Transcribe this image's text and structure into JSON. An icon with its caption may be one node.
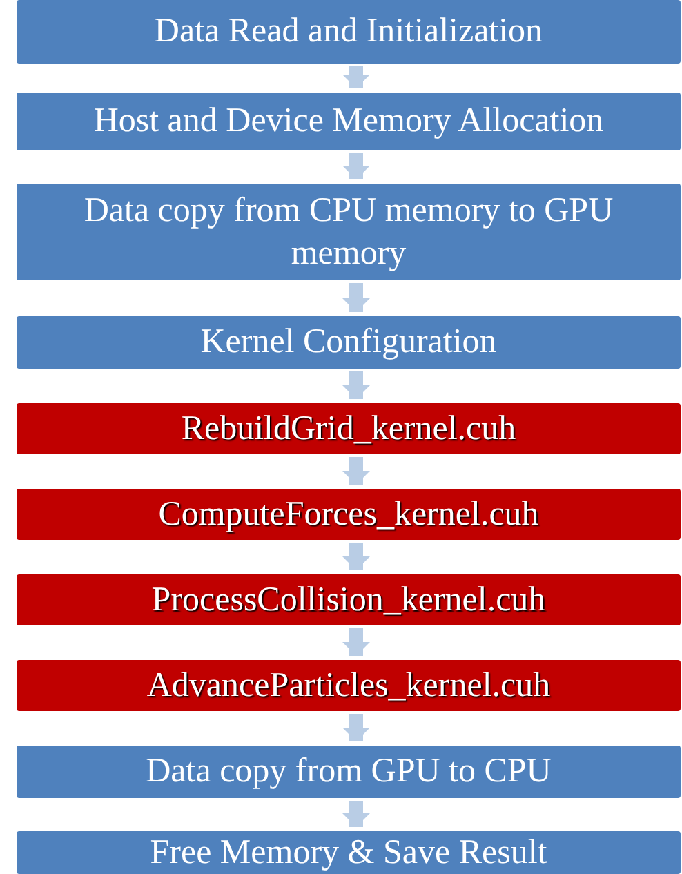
{
  "diagram": {
    "nodes": [
      {
        "text": [
          "Data Read and Initialization"
        ]
      },
      {
        "text": [
          "Host and Device Memory Allocation"
        ]
      },
      {
        "text": [
          "Data copy from CPU memory to GPU memory"
        ]
      },
      {
        "text": [
          "Kernel Configuration"
        ]
      },
      {
        "text": [
          "RebuildGrid_kernel.cuh"
        ]
      },
      {
        "text": [
          "ComputeForces_kernel.cuh"
        ]
      },
      {
        "text": [
          "ProcessCollision_kernel.cuh"
        ]
      },
      {
        "text": [
          "AdvanceParticles_kernel.cuh"
        ]
      },
      {
        "text": [
          "Data copy from GPU to CPU"
        ]
      },
      {
        "text": [
          "Free Memory & Save Result"
        ]
      }
    ],
    "edges": [
      {
        "from": 0,
        "to": 1,
        "arrow": "to"
      },
      {
        "from": 1,
        "to": 2,
        "arrow": "to"
      },
      {
        "from": 2,
        "to": 3,
        "arrow": "to"
      },
      {
        "from": 3,
        "to": 4,
        "arrow": "to"
      },
      {
        "from": 4,
        "to": 5,
        "arrow": "to"
      },
      {
        "from": 5,
        "to": 6,
        "arrow": "to"
      },
      {
        "from": 6,
        "to": 7,
        "arrow": "to"
      },
      {
        "from": 7,
        "to": 8,
        "arrow": "to"
      },
      {
        "from": 8,
        "to": 9,
        "arrow": "to"
      }
    ]
  }
}
